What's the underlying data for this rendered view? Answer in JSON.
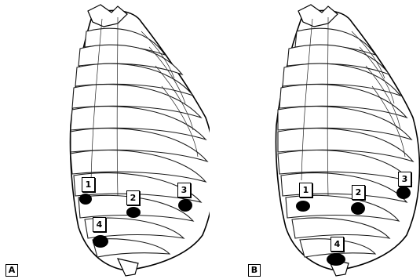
{
  "figure": {
    "panels": [
      {
        "id": "A",
        "label": "A",
        "markers": [
          {
            "label": "1"
          },
          {
            "label": "2"
          },
          {
            "label": "3"
          },
          {
            "label": "4"
          }
        ]
      },
      {
        "id": "B",
        "label": "B",
        "markers": [
          {
            "label": "1"
          },
          {
            "label": "2"
          },
          {
            "label": "3"
          },
          {
            "label": "4"
          }
        ]
      }
    ],
    "colors": {
      "ink": "#000000",
      "background": "#ffffff"
    }
  }
}
